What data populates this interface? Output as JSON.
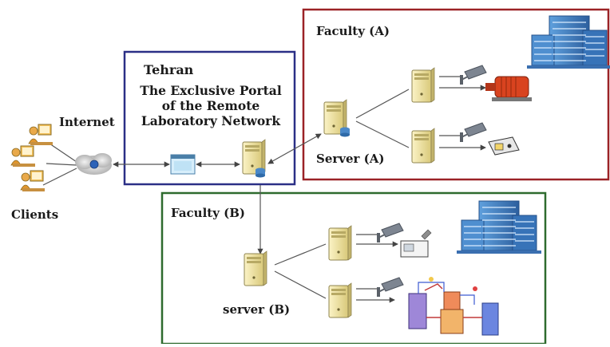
{
  "labels": {
    "clients": "Clients",
    "internet": "Internet",
    "tehran": "Tehran",
    "portal_line1": "The Exclusive Portal",
    "portal_line2": "of the Remote",
    "portal_line3": "Laboratory Network",
    "faculty_a": "Faculty (A)",
    "server_a": "Server (A)",
    "faculty_b": "Faculty (B)",
    "server_b": "server (B)"
  },
  "colors": {
    "tehran_box": "#2b2f86",
    "faculty_a_box": "#9b2226",
    "faculty_b_box": "#2e6b2e",
    "connector": "#555555",
    "server_body": "#efe3a6",
    "building_blue": "#3d7fc4"
  },
  "icons": {
    "client": "person-at-computer-icon",
    "internet": "cloud-globe-icon",
    "portal": "web-window-icon",
    "server": "server-tower-icon",
    "camera": "security-camera-icon",
    "motor": "electric-motor-icon",
    "instrument": "measurement-device-icon",
    "lab": "lab-apparatus-icon",
    "plant": "process-plant-icon",
    "building": "faculty-building-icon"
  }
}
